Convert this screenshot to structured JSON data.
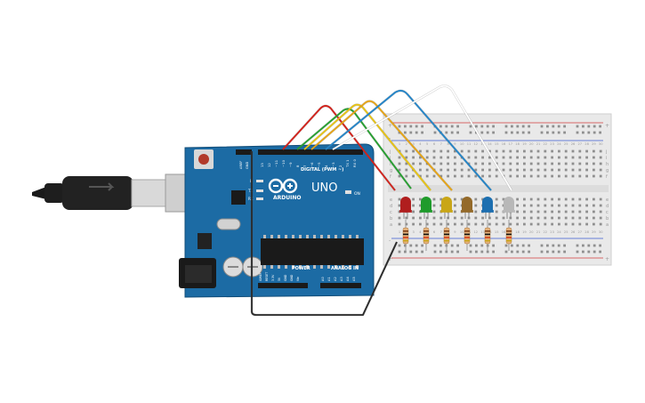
{
  "board": {
    "aref": "AREF",
    "gnd": "GND",
    "pin_labels": [
      "13",
      "12",
      "~11",
      "~10",
      "~9",
      "8",
      "7",
      "~6",
      "~5",
      "4",
      "~3",
      "2",
      "TX 1",
      "RX 0"
    ],
    "digital": "DIGITAL (PWM ~)",
    "brand": "ARDUINO",
    "model": "UNO",
    "on": "ON",
    "l": "L",
    "tx": "TX",
    "rx": "RX",
    "power": "POWER",
    "analog": "ANALOG IN",
    "power_pins": [
      "IOREF",
      "RESET",
      "3.3V",
      "5V",
      "GND",
      "GND",
      "Vin"
    ],
    "analog_pins": [
      "A0",
      "A1",
      "A2",
      "A3",
      "A4",
      "A5"
    ]
  },
  "breadboard": {
    "top_rows": [
      "j",
      "i",
      "h",
      "g",
      "f"
    ],
    "bottom_rows": [
      "e",
      "d",
      "c",
      "b",
      "a"
    ],
    "col_numbers": [
      "1",
      "2",
      "3",
      "4",
      "5",
      "6",
      "7",
      "8",
      "9",
      "10",
      "11",
      "12",
      "13",
      "14",
      "15",
      "16",
      "17",
      "18",
      "19",
      "20",
      "21",
      "22",
      "23",
      "24",
      "25",
      "26",
      "27",
      "28",
      "29",
      "30"
    ],
    "plus": "+",
    "minus": "-"
  },
  "leds": [
    {
      "color": "#b01e1e"
    },
    {
      "color": "#1f9b2b"
    },
    {
      "color": "#c9a617"
    },
    {
      "color": "#946a2a"
    },
    {
      "color": "#1d6fb0"
    },
    {
      "color": "#b8b8b8"
    }
  ],
  "wires": [
    {
      "color": "#d4211a"
    },
    {
      "color": "#25a12f"
    },
    {
      "color": "#e8c414"
    },
    {
      "color": "#e8a514"
    },
    {
      "color": "#2385c9"
    },
    {
      "color": "#ffffff"
    },
    {
      "color": "#2a2a2a"
    }
  ]
}
